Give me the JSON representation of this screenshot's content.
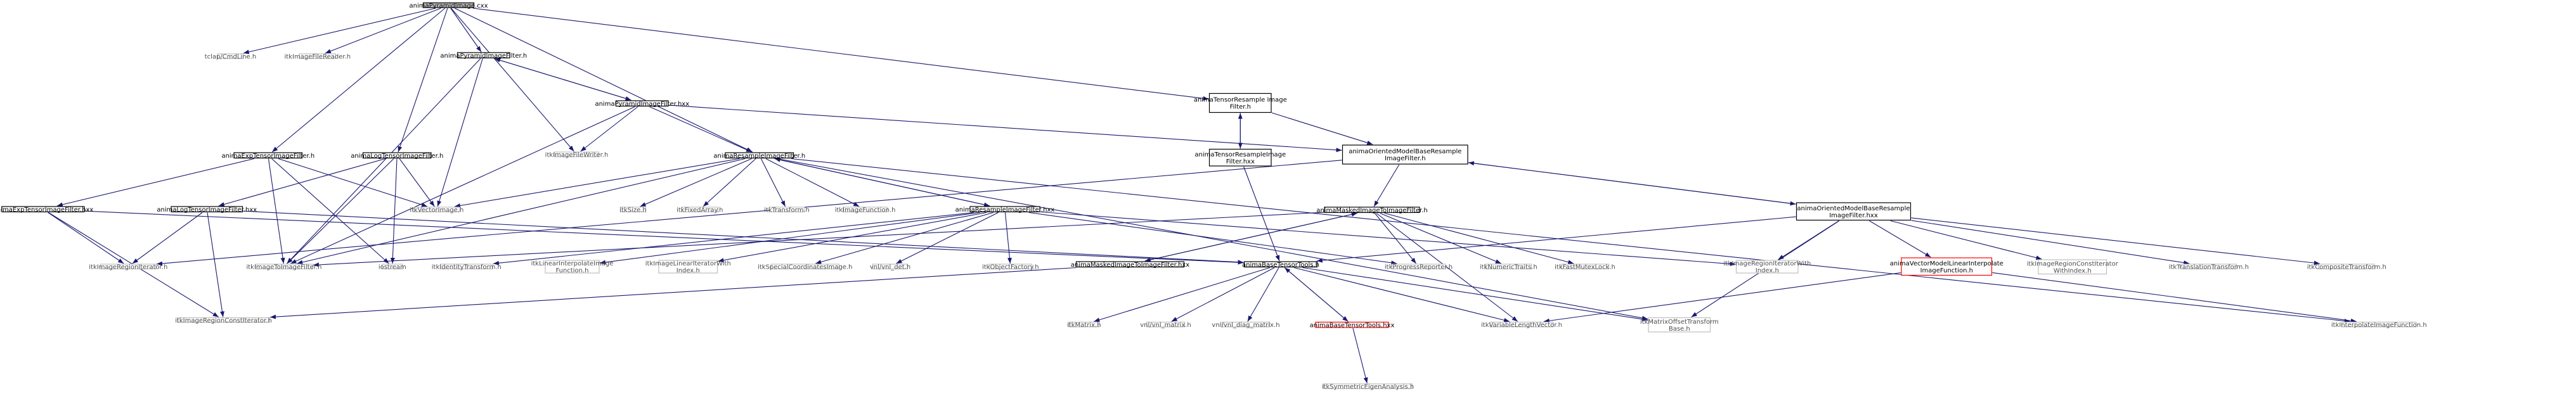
{
  "diagram": {
    "colors": {
      "edge": "#191970",
      "node_border": "#000000",
      "plain_border": "#bfbfbf",
      "red_border": "#ff0000",
      "root_fill": "#bfbfbf",
      "node_fill": "#ffffff"
    },
    "nodes": {
      "root": [
        "animaPyramidImage.cxx"
      ],
      "tclap": [
        "tclap/CmdLine.h"
      ],
      "itkfilereader": [
        "itkImageFileReader.h"
      ],
      "pyrh": [
        "animaPyramidImageFilter.h"
      ],
      "pyrhxx": [
        "animaPyramidImageFilter.hxx"
      ],
      "tensorres": [
        "animaTensorResample Image",
        "Filter.h"
      ],
      "tensorreshxx": [
        "animaTensorResampleImage",
        "Filter.hxx"
      ],
      "oriented": [
        "animaOrientedModelBaseResample",
        "ImageFilter.h"
      ],
      "orientedhxx": [
        "animaOrientedModelBaseResample",
        "ImageFilter.hxx"
      ],
      "writer": [
        "itkImageFileWriter.h"
      ],
      "expfilter": [
        "animaExpTensorImageFilter.h"
      ],
      "logfilter": [
        "animaLogTensorImageFilter.h"
      ],
      "resamp": [
        "animaResampleImageFilter.h"
      ],
      "resamphxx": [
        "animaResampleImageFilter.hxx"
      ],
      "exphxx": [
        "animaExpTensorImageFilter.hxx"
      ],
      "loghxx": [
        "animaLogTensorImageFilter.hxx"
      ],
      "vectorimg": [
        "itkVectorImage.h"
      ],
      "size": [
        "itkSize.h"
      ],
      "fixedarray": [
        "itkFixedArray.h"
      ],
      "transform": [
        "itkTransform.h"
      ],
      "imagefunc": [
        "itkImageFunction.h"
      ],
      "maskedh": [
        "animaMaskedImageToImageFilter.h"
      ],
      "maskedhxx": [
        "animaMaskedImageToImageFilter.hxx"
      ],
      "basetools": [
        "animaBaseTensorTools.h"
      ],
      "basetoolshxx": [
        "animaBaseTensorTools.hxx"
      ],
      "regioniter": [
        "itkImageRegionIterator.h"
      ],
      "img2img": [
        "itkImageToImageFilter.h"
      ],
      "iostream": [
        "iostream"
      ],
      "identity": [
        "itkIdentityTransform.h"
      ],
      "linearinterp": [
        "itkLinearInterpolateImage",
        "Function.h"
      ],
      "linearwithidx": [
        "itkImageLinearIteratorWith",
        "Index.h"
      ],
      "special": [
        "itkSpecialCoordinatesImage.h"
      ],
      "vnldet": [
        "vnl/vnl_det.h"
      ],
      "objfactory": [
        "itkObjectFactory.h"
      ],
      "progress": [
        "itkProgressReporter.h"
      ],
      "numeric": [
        "itkNumericTraits.h"
      ],
      "fastmutex": [
        "itkFastMutexLock.h"
      ],
      "regionwithidx": [
        "itkImageRegionIteratorWith",
        "Index.h"
      ],
      "vecmodel": [
        "animaVectorModelLinearInterpolate",
        "ImageFunction.h"
      ],
      "constwithidx": [
        "itkImageRegionConstIterator",
        "WithIndex.h"
      ],
      "translation": [
        "itkTranslationTransform.h"
      ],
      "composite": [
        "itkCompositeTransform.h"
      ],
      "constiter": [
        "itkImageRegionConstIterator.h"
      ],
      "matrix": [
        "itkMatrix.h"
      ],
      "vnlmatrix": [
        "vnl/vnl_matrix.h"
      ],
      "vnldiag": [
        "vnl/vnl_diag_matrix.h"
      ],
      "varlen": [
        "itkVariableLengthVector.h"
      ],
      "matrixoffset": [
        "itkMatrixOffsetTransform",
        "Base.h"
      ],
      "interpfunc": [
        "itkInterpolateImageFunction.h"
      ],
      "eigen": [
        "itkSymmetricEigenAnalysis.h"
      ]
    }
  }
}
